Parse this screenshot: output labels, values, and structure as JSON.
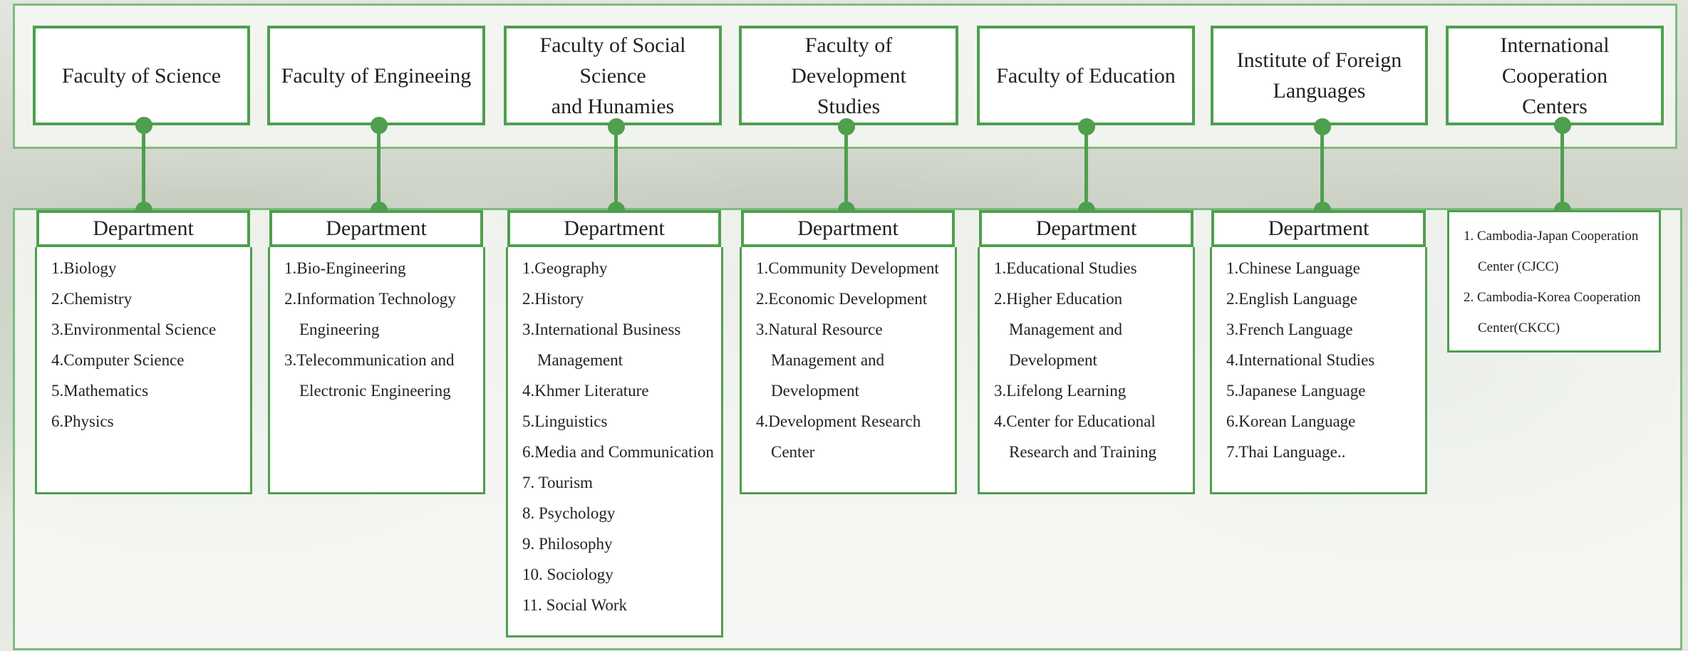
{
  "faculties": [
    {
      "name": "Faculty of Science",
      "department_label": "Department",
      "items": [
        "1.Biology",
        "2.Chemistry",
        "3.Environmental Science",
        "4.Computer Science",
        "5.Mathematics",
        "6.Physics"
      ]
    },
    {
      "name": "Faculty of Engineeing",
      "department_label": "Department",
      "items": [
        "1.Bio-Engineering",
        "2.Information Technology",
        "Engineering",
        "3.Telecommunication and",
        "Electronic Engineering"
      ]
    },
    {
      "name": "Faculty of Social Science\nand Hunamies",
      "department_label": "Department",
      "items": [
        "1.Geography",
        "2.History",
        "3.International Business",
        "Management",
        "4.Khmer Literature",
        "5.Linguistics",
        "6.Media and Communication",
        "7. Tourism",
        "8. Psychology",
        "9. Philosophy",
        "10. Sociology",
        "11. Social Work"
      ]
    },
    {
      "name": "Faculty of Development\nStudies",
      "department_label": "Department",
      "items": [
        "1.Community Development",
        "2.Economic Development",
        "3.Natural Resource",
        "Management and",
        "Development",
        "4.Development Research",
        "Center"
      ]
    },
    {
      "name": "Faculty of Education",
      "department_label": "Department",
      "items": [
        "1.Educational Studies",
        "2.Higher Education",
        "Management and",
        "Development",
        "3.Lifelong Learning",
        "4.Center for Educational",
        "Research and Training"
      ]
    },
    {
      "name": "Institute of Foreign\nLanguages",
      "department_label": "Department",
      "items": [
        "1.Chinese Language",
        "2.English Language",
        "3.French Language",
        "4.International Studies",
        "5.Japanese Language",
        "6.Korean Language",
        "7.Thai Language.."
      ]
    },
    {
      "name": "International Cooperation\nCenters",
      "items": [
        "1. Cambodia-Japan Cooperation",
        "Center  (CJCC)",
        "2. Cambodia-Korea Cooperation",
        "Center(CKCC)"
      ]
    }
  ],
  "colors": {
    "accent": "#4e9f4e",
    "band_border": "#7dbb7d"
  }
}
